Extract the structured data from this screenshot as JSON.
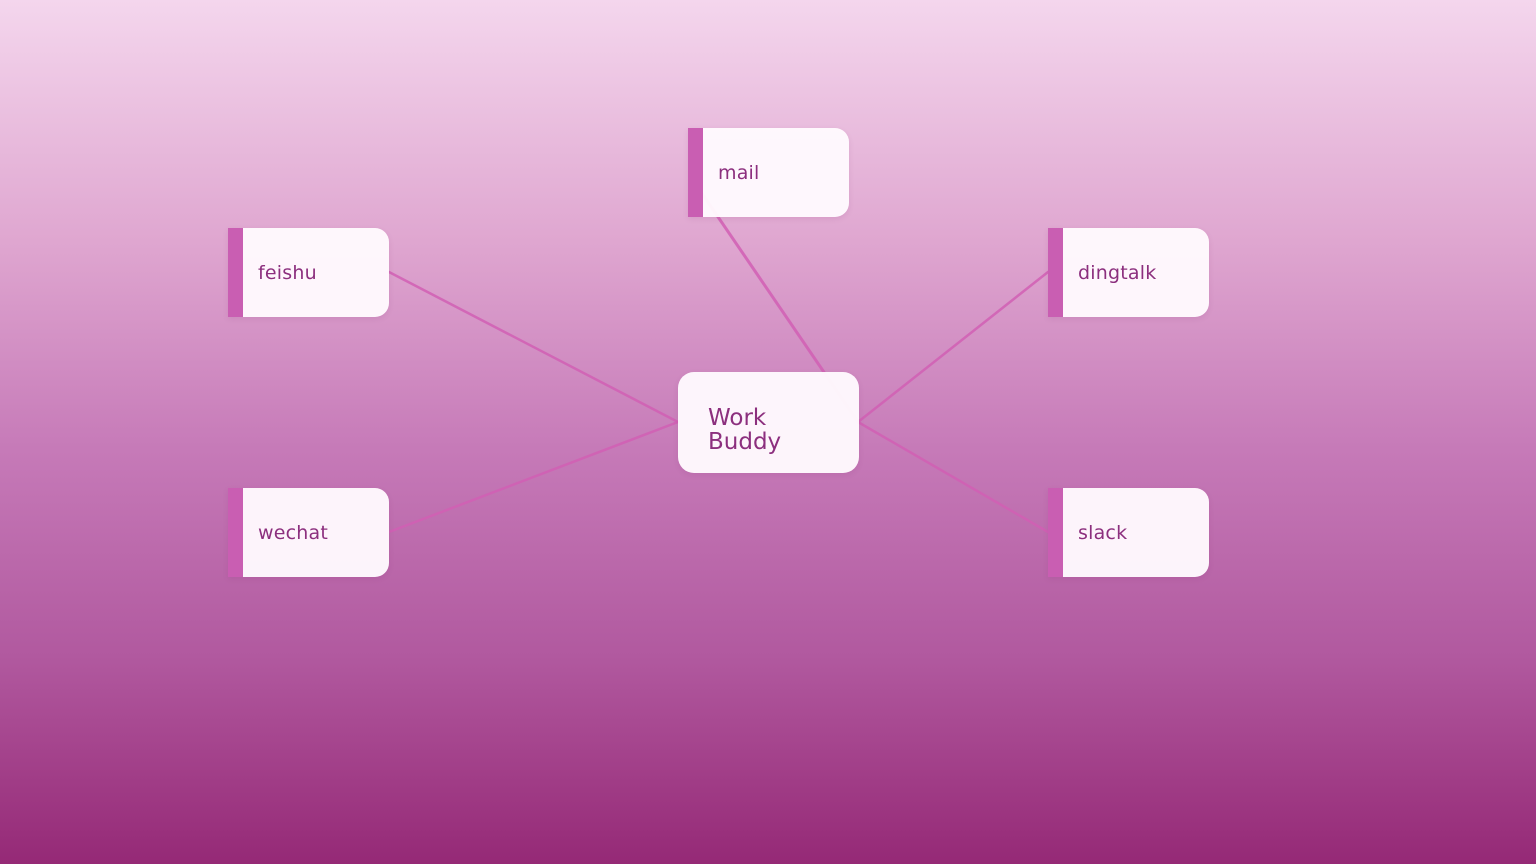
{
  "diagram": {
    "center": {
      "line1": "Work",
      "line2": "Buddy"
    },
    "nodes": [
      {
        "id": "mail",
        "label": "mail"
      },
      {
        "id": "feishu",
        "label": "feishu"
      },
      {
        "id": "dingtalk",
        "label": "dingtalk"
      },
      {
        "id": "wechat",
        "label": "wechat"
      },
      {
        "id": "slack",
        "label": "slack"
      }
    ],
    "edges": [
      {
        "from": "center",
        "to": "mail"
      },
      {
        "from": "center",
        "to": "feishu"
      },
      {
        "from": "center",
        "to": "dingtalk"
      },
      {
        "from": "center",
        "to": "wechat"
      },
      {
        "from": "center",
        "to": "slack"
      }
    ]
  },
  "colors": {
    "accent": "#c95eb2",
    "text": "#8c2f7e",
    "edge": "#d15fb4",
    "background_top": "#f4d6ed",
    "background_bottom": "#952976"
  }
}
